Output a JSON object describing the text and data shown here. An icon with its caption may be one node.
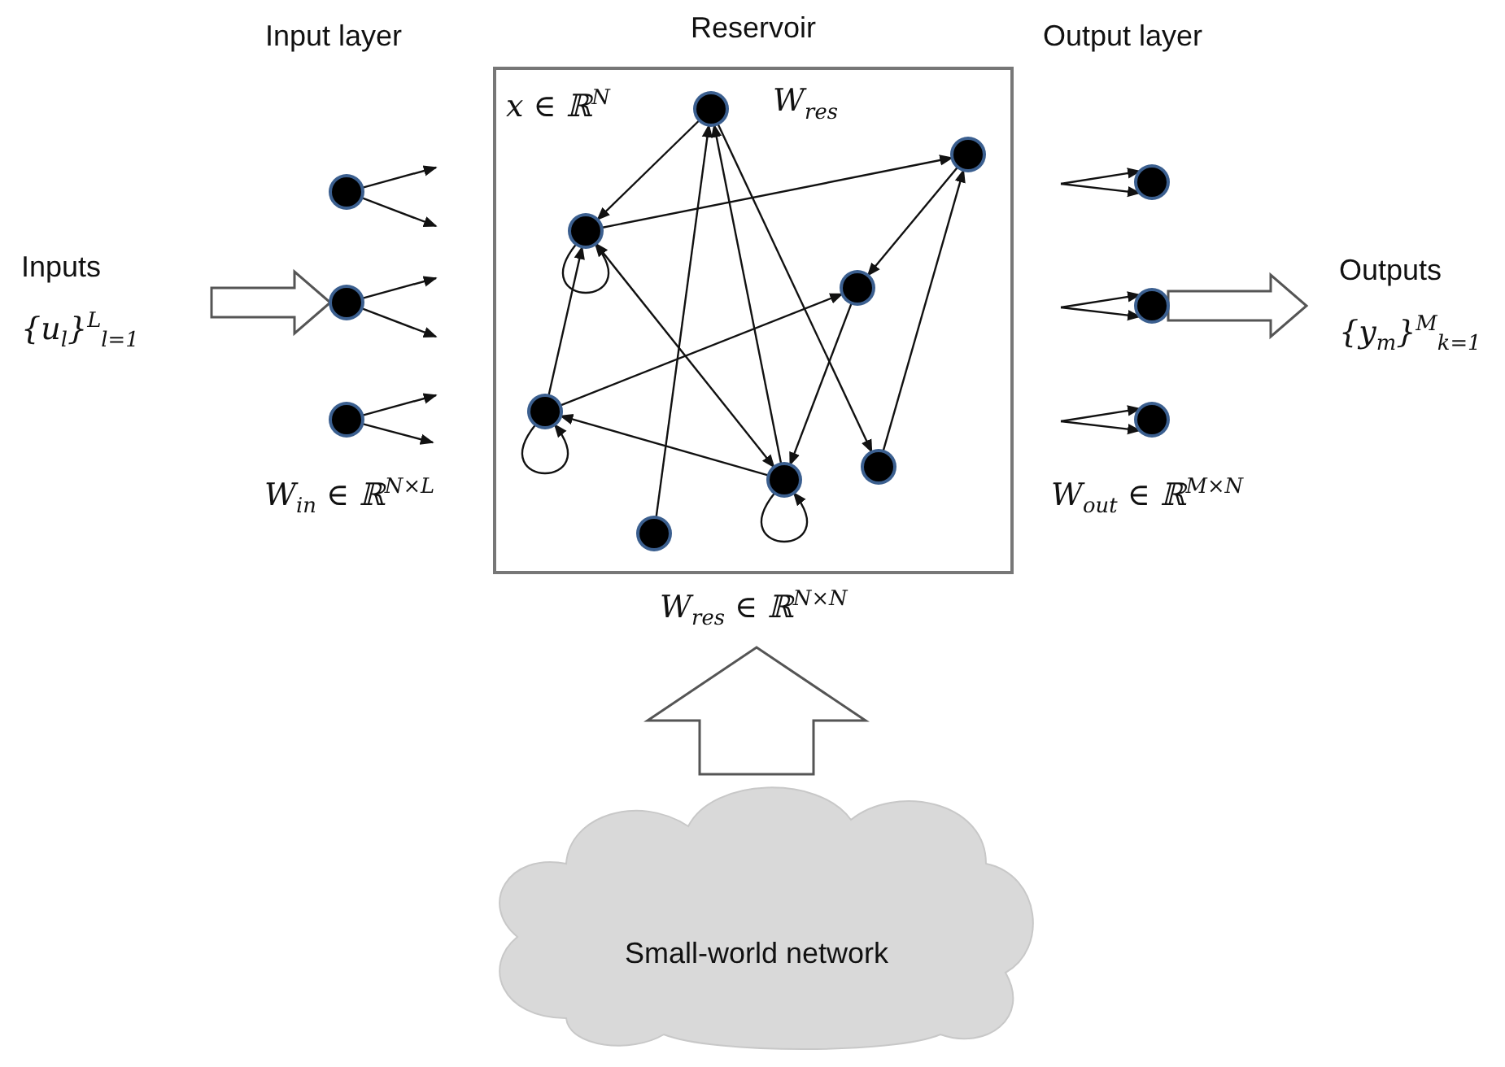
{
  "diagram": {
    "nodes": [
      {
        "text": [
          "Inputs",
          "{u$_{l}$}$^{L}$$_{l=1}$"
        ]
      },
      {
        "text": [],
        "shape": "circle"
      },
      {
        "text": [],
        "shape": "circle"
      },
      {
        "text": [],
        "shape": "circle"
      },
      {
        "text": [
          "Reservoir",
          "x ∈ ℝ$^{N}$",
          "W$_{res}$"
        ],
        "beside": [
          "W$_{res}$ ∈ ℝ$^{N×N}$"
        ]
      },
      {
        "text": [],
        "shape": "circle",
        "in": 4
      },
      {
        "text": [],
        "shape": "circle",
        "in": 4
      },
      {
        "text": [],
        "shape": "circle",
        "in": 4
      },
      {
        "text": [],
        "shape": "circle",
        "in": 4
      },
      {
        "text": [],
        "shape": "circle",
        "in": 4
      },
      {
        "text": [],
        "shape": "circle",
        "in": 4
      },
      {
        "text": [],
        "shape": "circle",
        "in": 4
      },
      {
        "text": [],
        "shape": "circle",
        "in": 4
      },
      {
        "text": [],
        "shape": "circle"
      },
      {
        "text": [],
        "shape": "circle"
      },
      {
        "text": [],
        "shape": "circle"
      },
      {
        "text": [
          "Outputs",
          "{y$_{m}$}$^{M}$$_{k=1}$"
        ]
      },
      {
        "text": [
          "Small-world network"
        ]
      }
    ],
    "edges": [
      {
        "from": 0,
        "to": 2,
        "arrow": "to",
        "style": "thick"
      },
      {
        "from": 1,
        "to": null,
        "arrow": "to"
      },
      {
        "from": 1,
        "to": null,
        "arrow": "to"
      },
      {
        "from": 2,
        "to": null,
        "arrow": "to"
      },
      {
        "from": 2,
        "to": null,
        "arrow": "to"
      },
      {
        "from": 3,
        "to": null,
        "arrow": "to"
      },
      {
        "from": 3,
        "to": null,
        "arrow": "to"
      },
      {
        "from": 5,
        "to": 7,
        "arrow": "to"
      },
      {
        "from": 7,
        "to": 6,
        "arrow": "to"
      },
      {
        "from": 6,
        "to": 8,
        "arrow": "to"
      },
      {
        "from": 10,
        "to": 6,
        "arrow": "to"
      },
      {
        "from": 5,
        "to": 10,
        "arrow": "to"
      },
      {
        "from": 7,
        "to": 11,
        "arrow": "both"
      },
      {
        "from": 11,
        "to": 5,
        "arrow": "to"
      },
      {
        "from": 12,
        "to": 5,
        "arrow": "to"
      },
      {
        "from": 9,
        "to": 7,
        "arrow": "to"
      },
      {
        "from": 9,
        "to": 8,
        "arrow": "to"
      },
      {
        "from": 8,
        "to": 11,
        "arrow": "to"
      },
      {
        "from": 11,
        "to": 9,
        "arrow": "to"
      },
      {
        "from": 7,
        "to": 7,
        "arrow": "to"
      },
      {
        "from": 9,
        "to": 9,
        "arrow": "to"
      },
      {
        "from": 11,
        "to": 11,
        "arrow": "to"
      },
      {
        "from": null,
        "to": 13,
        "arrow": "to"
      },
      {
        "from": null,
        "to": 13,
        "arrow": "to"
      },
      {
        "from": null,
        "to": 14,
        "arrow": "to"
      },
      {
        "from": null,
        "to": 14,
        "arrow": "to"
      },
      {
        "from": null,
        "to": 15,
        "arrow": "to"
      },
      {
        "from": null,
        "to": 15,
        "arrow": "to"
      },
      {
        "from": 14,
        "to": 16,
        "arrow": "to",
        "style": "thick"
      },
      {
        "from": 17,
        "to": 4,
        "arrow": "to",
        "style": "thick"
      }
    ],
    "labels": [
      "Input layer",
      "Output layer",
      "W$_{in}$ ∈ ℝ$^{N×L}$",
      "W$_{out}$ ∈ ℝ$^{M×N}$"
    ]
  }
}
